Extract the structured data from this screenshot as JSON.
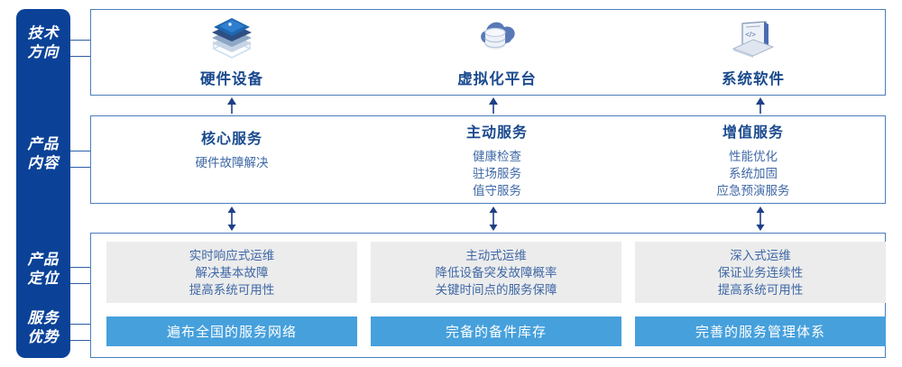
{
  "rail": {
    "labels": [
      {
        "name": "tech-direction",
        "lines": [
          "技术",
          "方向"
        ]
      },
      {
        "name": "product-content",
        "lines": [
          "产品",
          "内容"
        ]
      },
      {
        "name": "product-positioning",
        "lines": [
          "产品",
          "定位"
        ]
      },
      {
        "name": "service-advantage",
        "lines": [
          "服务",
          "优势"
        ]
      }
    ]
  },
  "tech_row": {
    "columns": [
      {
        "icon": "server-stack-icon",
        "title": "硬件设备"
      },
      {
        "icon": "cloud-database-icon",
        "title": "虚拟化平台"
      },
      {
        "icon": "laptop-code-icon",
        "title": "系统软件"
      }
    ]
  },
  "content_row": {
    "columns": [
      {
        "title": "核心服务",
        "items": [
          "硬件故障解决"
        ]
      },
      {
        "title": "主动服务",
        "items": [
          "健康检查",
          "驻场服务",
          "值守服务"
        ]
      },
      {
        "title": "增值服务",
        "items": [
          "性能优化",
          "系统加固",
          "应急预演服务"
        ]
      }
    ]
  },
  "positioning_row": {
    "columns": [
      {
        "lines": [
          "实时响应式运维",
          "解决基本故障",
          "提高系统可用性"
        ]
      },
      {
        "lines": [
          "主动式运维",
          "降低设备突发故障概率",
          "关键时间点的服务保障"
        ]
      },
      {
        "lines": [
          "深入式运维",
          "保证业务连续性",
          "提高系统可用性"
        ]
      }
    ]
  },
  "advantage_row": {
    "bars": [
      "遍布全国的服务网络",
      "完备的备件库存",
      "完善的服务管理体系"
    ]
  },
  "colors": {
    "rail_blue": "#0b4298",
    "frame_blue": "#4a7ebb",
    "title_blue": "#1a4a8e",
    "text_blue": "#3f68a6",
    "bar_blue": "#46a0dc",
    "grey_box": "#ececec",
    "arrow_navy": "#1f3f87"
  }
}
